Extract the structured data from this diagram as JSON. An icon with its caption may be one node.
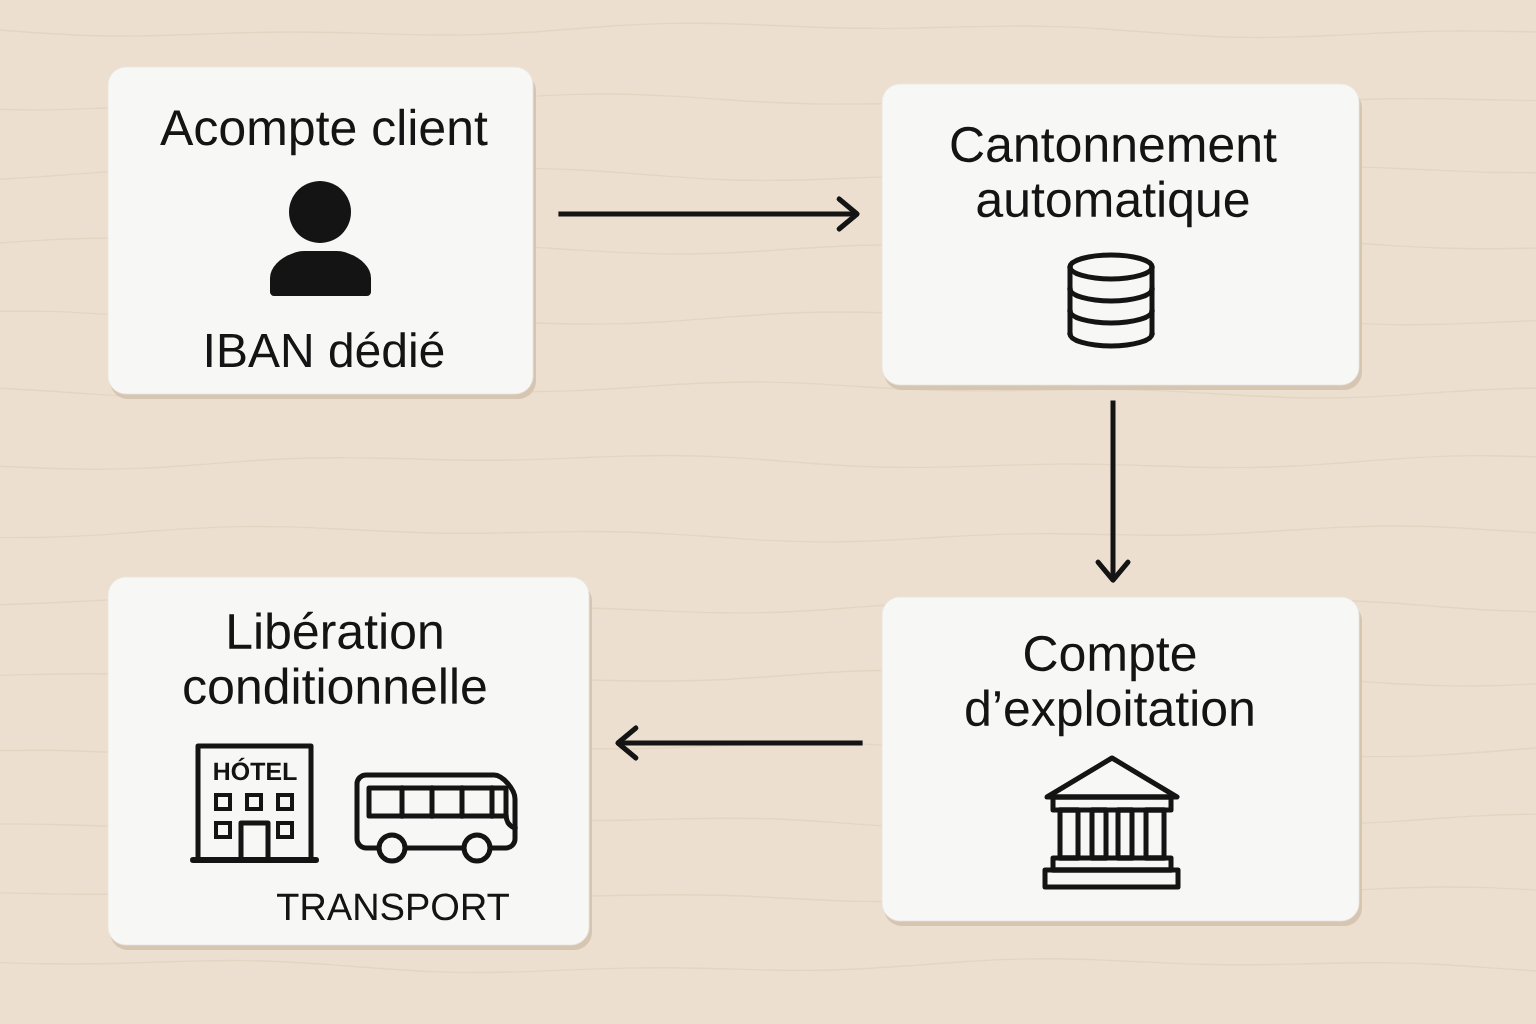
{
  "diagram": {
    "nodes": [
      {
        "text": [
          "Acompte client",
          "IBAN dédié"
        ]
      },
      {
        "text": [
          "Cantonnement automatique"
        ]
      },
      {
        "text": [
          "Compte d’exploitation"
        ]
      },
      {
        "text": [
          "Libération conditionnelle",
          "HÓTEL",
          "TRANSPORT"
        ]
      }
    ],
    "edges": [
      {
        "from": 0,
        "to": 1,
        "arrow": "to"
      },
      {
        "from": 1,
        "to": 2,
        "arrow": "to"
      },
      {
        "from": 2,
        "to": 3,
        "arrow": "to"
      }
    ]
  }
}
